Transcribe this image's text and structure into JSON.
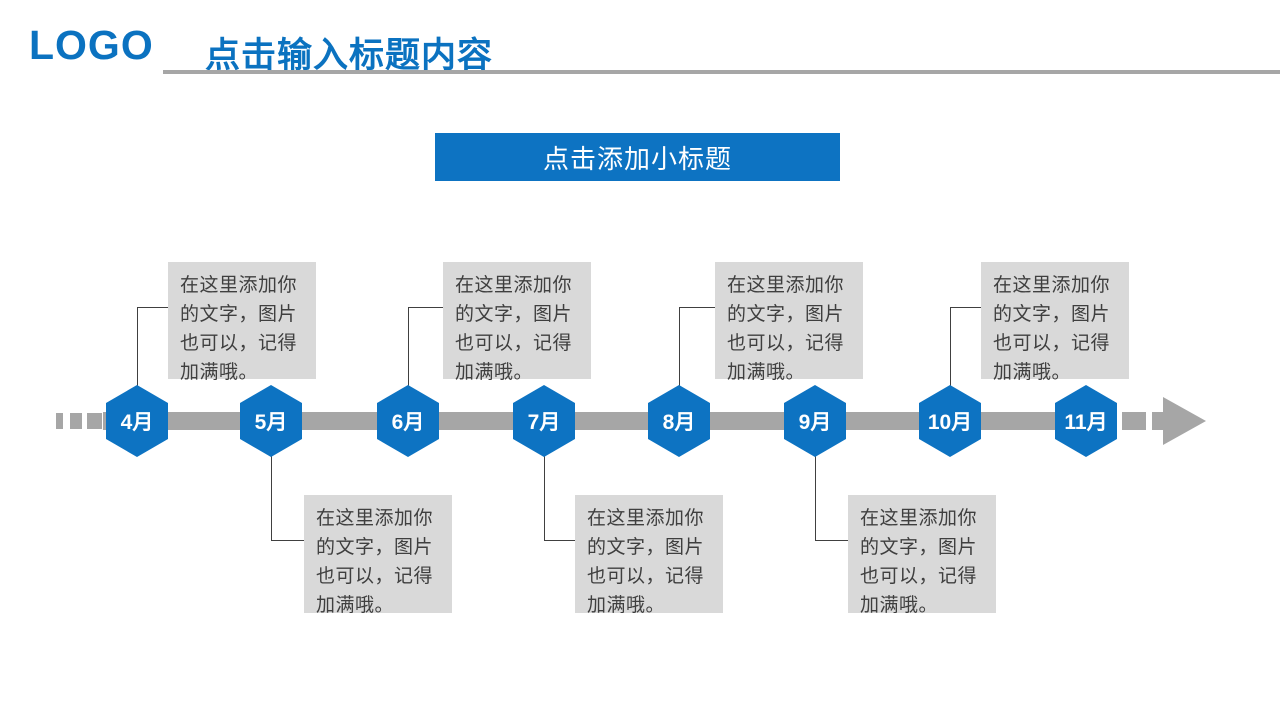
{
  "colors": {
    "blue": "#0d73c2",
    "timeline_gray": "#a6a6a6",
    "note_bg": "#d9d9d9",
    "note_text_color": "#3f3f3f",
    "connector": "#404040",
    "white": "#ffffff"
  },
  "header": {
    "logo": "LOGO",
    "title": "点击输入标题内容"
  },
  "subtitle_banner": {
    "label": "点击添加小标题"
  },
  "timeline": {
    "note_text": "在这里添加你的文字，图片也可以，记得加满哦。",
    "items": [
      {
        "label": "4月",
        "note_position": "top"
      },
      {
        "label": "5月",
        "note_position": "bottom"
      },
      {
        "label": "6月",
        "note_position": "top"
      },
      {
        "label": "7月",
        "note_position": "bottom"
      },
      {
        "label": "8月",
        "note_position": "top"
      },
      {
        "label": "9月",
        "note_position": "bottom"
      },
      {
        "label": "10月",
        "note_position": "top"
      },
      {
        "label": "11月",
        "note_position": "none"
      }
    ]
  }
}
